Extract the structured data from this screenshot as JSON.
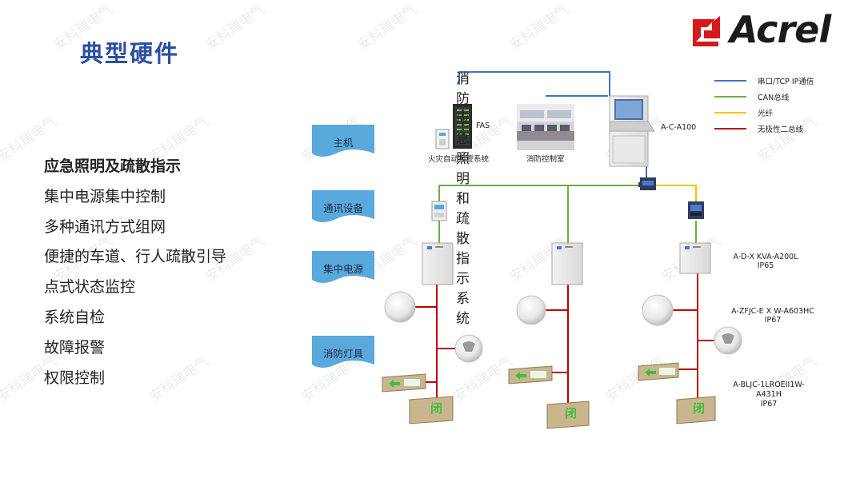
{
  "watermark_text": "安科瑞电气",
  "slide_title": "典型硬件",
  "brand": {
    "name": "Acrel",
    "red": "#d7191c"
  },
  "features": [
    "应急照明及疏散指示",
    "集中电源集中控制",
    "多种通讯方式组网",
    "便捷的车道、行人疏散引导",
    "点式状态监控",
    "系统自检",
    "故障报警",
    "权限控制"
  ],
  "diagram": {
    "title": "消防应急照明和疏散指示系统",
    "tiers": [
      "主机",
      "通讯设备",
      "集中电源",
      "消防灯具"
    ],
    "fas_label": "FAS",
    "fas_caption": "火灾自动报警系统",
    "control_room_caption": "消防控制室",
    "host_model": "A-C-A100",
    "power_model": {
      "model": "A-D-X KVA-A200L",
      "ip": "IP65"
    },
    "lamp_model": {
      "model": "A-ZFJC-E X W-A603HC",
      "ip": "IP67"
    },
    "sign_model": {
      "model_line1": "A-BLJC-1LROEII1W-",
      "model_line2": "A431H",
      "ip": "IP67"
    },
    "sign_glyph": "闭"
  },
  "legend": [
    {
      "label": "串口/TCP IP通信",
      "color": "#4472c4"
    },
    {
      "label": "CAN总线",
      "color": "#70ad47"
    },
    {
      "label": "光纤",
      "color": "#ffc000"
    },
    {
      "label": "无极性二总线",
      "color": "#c00000"
    }
  ],
  "colors": {
    "title_blue": "#2c4fa3",
    "banner_blue": "#5aa9dd"
  }
}
